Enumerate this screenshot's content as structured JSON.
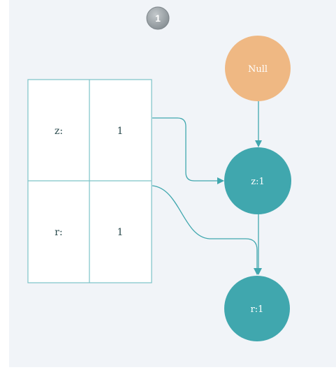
{
  "step": {
    "number": "1"
  },
  "table": {
    "rows": [
      {
        "key": "z:",
        "value": "1"
      },
      {
        "key": "r:",
        "value": "1"
      }
    ]
  },
  "nodes": {
    "null": {
      "label": "Null"
    },
    "z": {
      "label": "z:1"
    },
    "r": {
      "label": "r:1"
    }
  },
  "colors": {
    "teal": "#40a7ae",
    "orange": "#efb883",
    "table_border": "#7cc3c7",
    "table_text": "#2a4a4d",
    "badge": "#9ba3a8",
    "background": "#f1f4f8"
  }
}
